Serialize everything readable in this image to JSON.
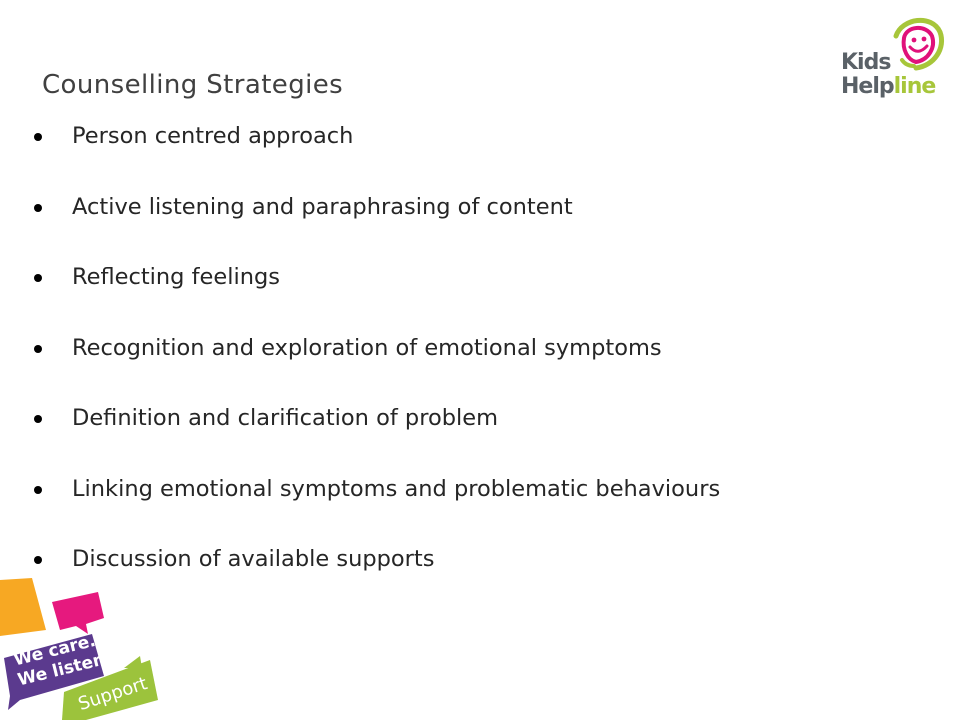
{
  "slide": {
    "title": "Counselling Strategies",
    "bullets": [
      "Person centred approach",
      "Active listening and paraphrasing of content",
      "Reflecting feelings",
      "Recognition and exploration of emotional symptoms",
      "Definition and clarification of problem",
      "Linking emotional symptoms and problematic behaviours",
      "Discussion of available supports"
    ]
  },
  "logo": {
    "word1": "Kids",
    "word2_part1": "Help",
    "word2_part2": "line"
  },
  "badge": {
    "line1": "We care.",
    "line2": "We listen.",
    "line3": "Support"
  },
  "colors": {
    "title": "#404040",
    "text": "#262626",
    "logo_grey": "#5a6167",
    "logo_green": "#a7c63a",
    "logo_pink": "#e0117a",
    "badge_orange": "#f7a823",
    "badge_pink": "#e6197e",
    "badge_purple": "#5b3a8e",
    "badge_green": "#9cc33c"
  }
}
